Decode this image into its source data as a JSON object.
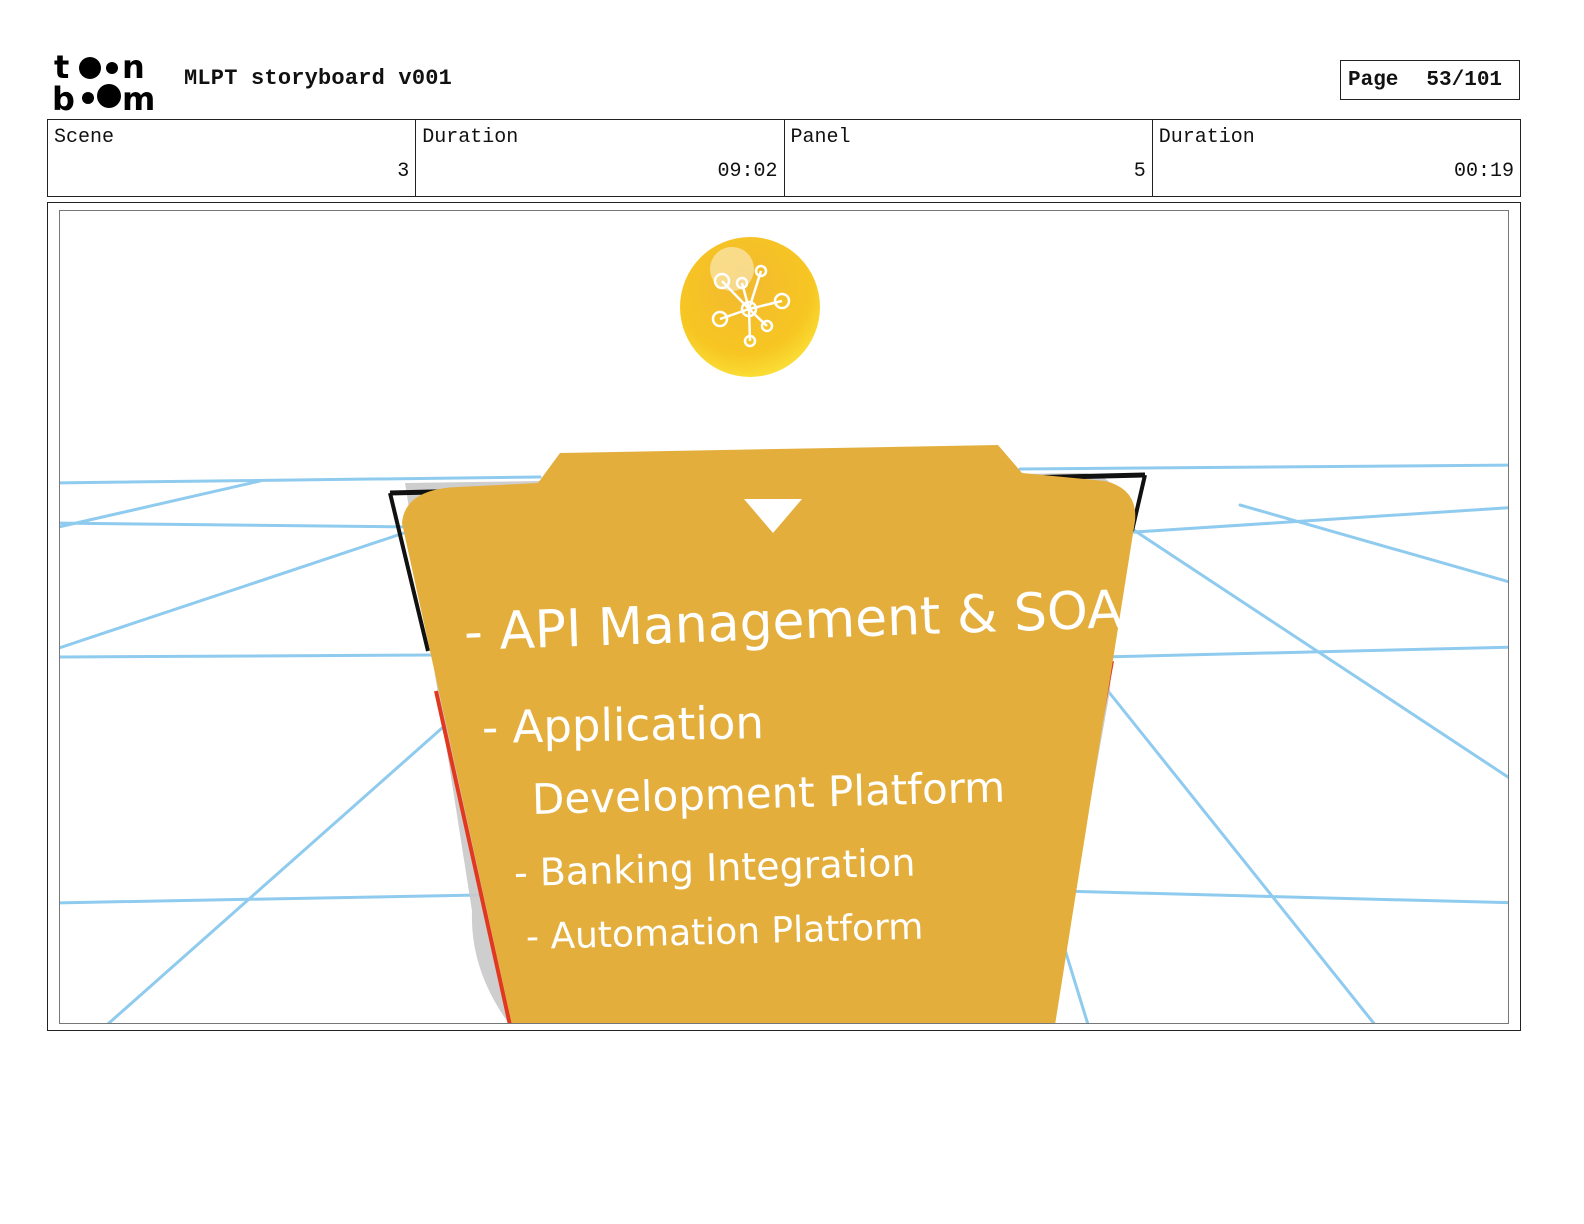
{
  "header": {
    "logo_text": "toon boom",
    "doc_title": "MLPT storyboard v001",
    "page_label": "Page",
    "page_value": "53/101"
  },
  "info": {
    "scene": {
      "label": "Scene",
      "value": "3"
    },
    "scene_duration": {
      "label": "Duration",
      "value": "09:02"
    },
    "panel": {
      "label": "Panel",
      "value": "5"
    },
    "panel_duration": {
      "label": "Duration",
      "value": "00:19"
    }
  },
  "card": {
    "lines": [
      "- API Management & SOA",
      "- Application",
      "Development Platform",
      "- Banking Integration",
      "- Automation Platform"
    ]
  },
  "colors": {
    "card_fill": "#e4ae3c",
    "sketch_lines": "#8fcbee",
    "card_edge": "#e2381f",
    "badge_yellow": "#f7c622"
  },
  "icons": {
    "badge": "network-nodes-icon",
    "arrow": "down-triangle-icon"
  }
}
